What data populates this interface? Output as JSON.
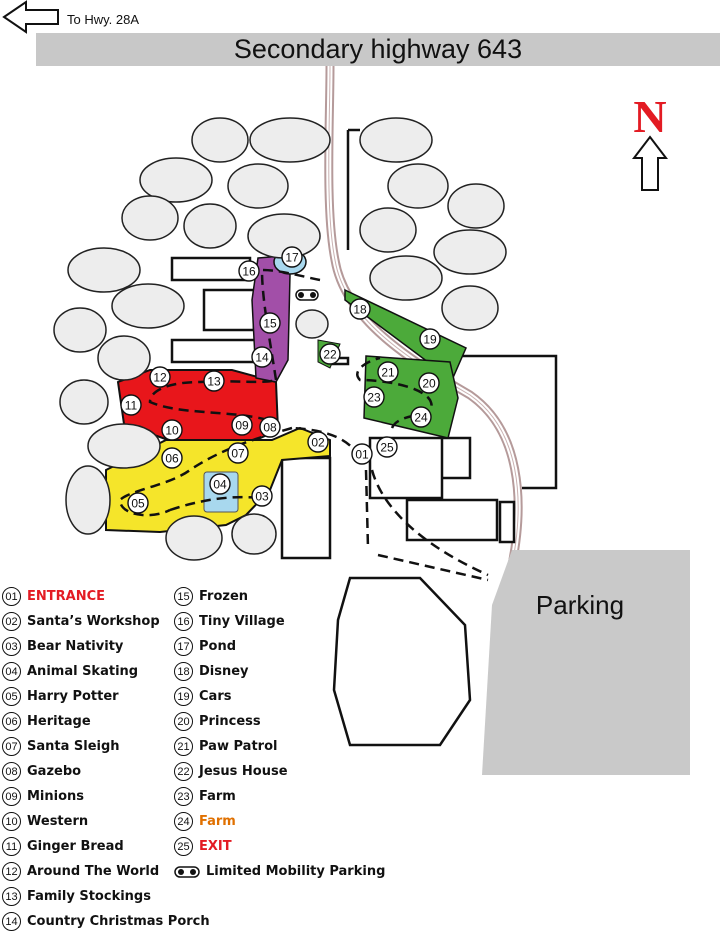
{
  "header": {
    "to_highway": "To Hwy. 28A",
    "highway_name": "Secondary highway 643"
  },
  "north": {
    "label": "N"
  },
  "parking": {
    "label": "Parking"
  },
  "colors": {
    "red_zone": "#e8161b",
    "yellow_zone": "#f5e52a",
    "green_zone": "#4caa3a",
    "purple_zone": "#a24fa8",
    "pond": "#a8d8ee",
    "road": "#c9c9c9",
    "parking": "#c9c9c9",
    "entrance_text": "#e31b23",
    "farm_text": "#e07000"
  },
  "legend": {
    "items": [
      {
        "num": "01",
        "label": "ENTRANCE",
        "color": "red"
      },
      {
        "num": "02",
        "label": "Santa’s Workshop",
        "color": ""
      },
      {
        "num": "03",
        "label": "Bear Nativity",
        "color": ""
      },
      {
        "num": "04",
        "label": "Animal Skating",
        "color": ""
      },
      {
        "num": "05",
        "label": "Harry Potter",
        "color": ""
      },
      {
        "num": "06",
        "label": "Heritage",
        "color": ""
      },
      {
        "num": "07",
        "label": "Santa Sleigh",
        "color": ""
      },
      {
        "num": "08",
        "label": "Gazebo",
        "color": ""
      },
      {
        "num": "09",
        "label": "Minions",
        "color": ""
      },
      {
        "num": "10",
        "label": "Western",
        "color": ""
      },
      {
        "num": "11",
        "label": "Ginger Bread",
        "color": ""
      },
      {
        "num": "12",
        "label": "Around The World",
        "color": ""
      },
      {
        "num": "13",
        "label": "Family Stockings",
        "color": ""
      },
      {
        "num": "14",
        "label": "Country Christmas Porch",
        "color": ""
      },
      {
        "num": "15",
        "label": "Frozen",
        "color": ""
      },
      {
        "num": "16",
        "label": "Tiny Village",
        "color": ""
      },
      {
        "num": "17",
        "label": "Pond",
        "color": ""
      },
      {
        "num": "18",
        "label": "Disney",
        "color": ""
      },
      {
        "num": "19",
        "label": "Cars",
        "color": ""
      },
      {
        "num": "20",
        "label": "Princess",
        "color": ""
      },
      {
        "num": "21",
        "label": "Paw Patrol",
        "color": ""
      },
      {
        "num": "22",
        "label": "Jesus House",
        "color": ""
      },
      {
        "num": "23",
        "label": "Farm",
        "color": ""
      },
      {
        "num": "24",
        "label": "Farm",
        "color": "orange"
      },
      {
        "num": "25",
        "label": "EXIT",
        "color": "red"
      }
    ],
    "limited_mobility": "Limited Mobility Parking"
  },
  "map_markers": [
    {
      "num": "01"
    },
    {
      "num": "02"
    },
    {
      "num": "03"
    },
    {
      "num": "04"
    },
    {
      "num": "05"
    },
    {
      "num": "06"
    },
    {
      "num": "07"
    },
    {
      "num": "08"
    },
    {
      "num": "09"
    },
    {
      "num": "10"
    },
    {
      "num": "11"
    },
    {
      "num": "12"
    },
    {
      "num": "13"
    },
    {
      "num": "14"
    },
    {
      "num": "15"
    },
    {
      "num": "16"
    },
    {
      "num": "17"
    },
    {
      "num": "18"
    },
    {
      "num": "19"
    },
    {
      "num": "20"
    },
    {
      "num": "21"
    },
    {
      "num": "22"
    },
    {
      "num": "23"
    },
    {
      "num": "24"
    },
    {
      "num": "25"
    }
  ]
}
